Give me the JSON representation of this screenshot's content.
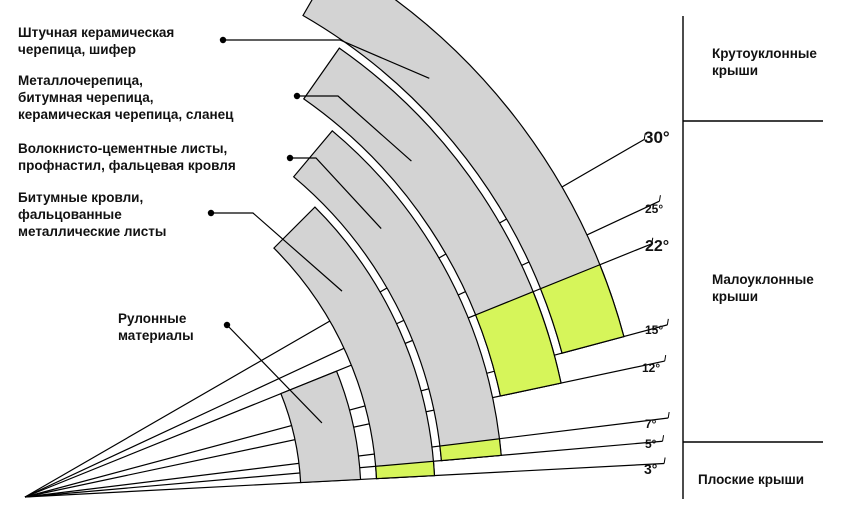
{
  "colors": {
    "band_fill": "#d3d3d3",
    "low_slope_fill": "#d6f55a",
    "stroke": "#000000",
    "background": "#ffffff"
  },
  "labels": {
    "piece_ceramic": "Штучная керамическая\nчерепица, шифер",
    "metal_tile": "Металлочерепица,\nбитумная черепица,\nкерамическая черепица, сланец",
    "fiber_cement": "Волокнисто-цементные листы,\nпрофнастил, фальцевая кровля",
    "bitumen_roofs": "Битумные кровли,\nфальцованные\nметаллические листы",
    "roll_materials": "Рулонные\nматериалы"
  },
  "zones": {
    "steep": "Крутоуклонные крыши",
    "low_slope": "Малоуклонные крыши",
    "flat": "Плоские крыши"
  },
  "angles": [
    "3°",
    "5°",
    "7°",
    "12°",
    "15°",
    "22°",
    "25°",
    "30°"
  ],
  "angle_values": [
    3,
    5,
    7,
    12,
    15,
    22,
    25,
    30
  ],
  "bands": [
    {
      "material": "roll_materials",
      "from_deg": 3,
      "to_deg": 22,
      "low_from_deg": null,
      "low_to_deg": null
    },
    {
      "material": "bitumen_roofs",
      "from_deg": 3,
      "to_deg": 45,
      "low_from_deg": 3,
      "low_to_deg": 5
    },
    {
      "material": "fiber_cement",
      "from_deg": 5,
      "to_deg": 50,
      "low_from_deg": 5,
      "low_to_deg": 7
    },
    {
      "material": "metal_tile",
      "from_deg": 12,
      "to_deg": 55,
      "low_from_deg": 12,
      "low_to_deg": 22
    },
    {
      "material": "piece_ceramic",
      "from_deg": 15,
      "to_deg": 60,
      "low_from_deg": 15,
      "low_to_deg": 22
    }
  ]
}
